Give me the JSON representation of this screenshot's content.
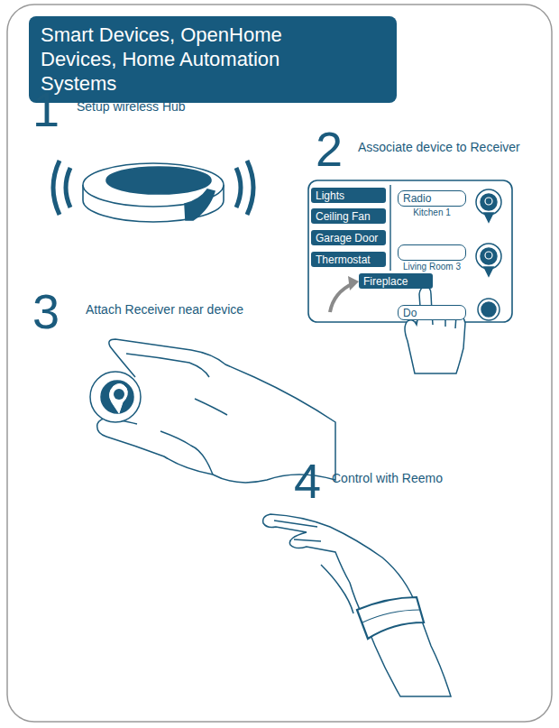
{
  "diagram": {
    "title": "Smart Devices, OpenHome Devices, Home Automation Systems",
    "nodes": [
      {
        "text": [
          "Lights"
        ]
      },
      {
        "text": [
          "Ceiling Fan"
        ]
      },
      {
        "text": [
          "Garage Door"
        ]
      },
      {
        "text": [
          "Thermostat"
        ]
      },
      {
        "text": [
          "Fireplace"
        ]
      },
      {
        "text": [
          "Radio",
          "Kitchen 1"
        ]
      },
      {
        "text": [
          "Living Room 3"
        ]
      },
      {
        "text": [
          "Do"
        ]
      }
    ],
    "labels": [
      "1",
      "Setup wireless Hub",
      "2",
      "Associate device to Receiver",
      "3",
      "Attach Receiver near device",
      "4",
      "Control with Reemo"
    ]
  }
}
